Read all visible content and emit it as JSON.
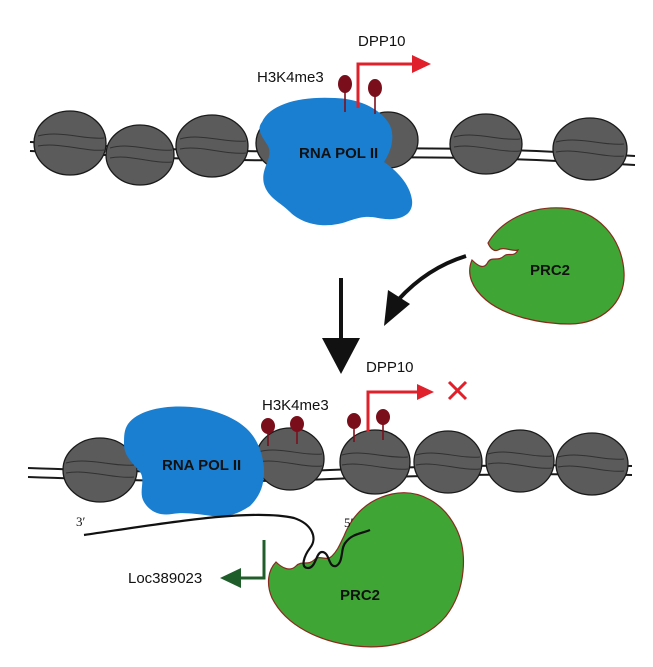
{
  "top_panel": {
    "gene_label": "DPP10",
    "mark_label": "H3K4me3",
    "polymerase_label": "RNA POL II"
  },
  "free_complex": {
    "label": "PRC2"
  },
  "bottom_panel": {
    "gene_label": "DPP10",
    "mark_label": "H3K4me3",
    "polymerase_label": "RNA POL II",
    "complex_label": "PRC2",
    "rna_3prime_label": "3′",
    "rna_5prime_label": "5′",
    "lncrna_label": "Loc389023"
  },
  "colors": {
    "nucleosome": "#5b5b5b",
    "rna_pol_ii": "#1a7fd1",
    "prc2": "#3fa535",
    "prc2_outline": "#8a2a1e",
    "histone_mark": "#7a0f1b",
    "active_arrow": "#e0202b",
    "lncrna_arrow": "#1f5e2a"
  },
  "icons": [
    "nucleosome-icon",
    "histone-mark-icon",
    "transcription-arrow-icon",
    "blocked-x-icon",
    "process-arrow-icon"
  ]
}
